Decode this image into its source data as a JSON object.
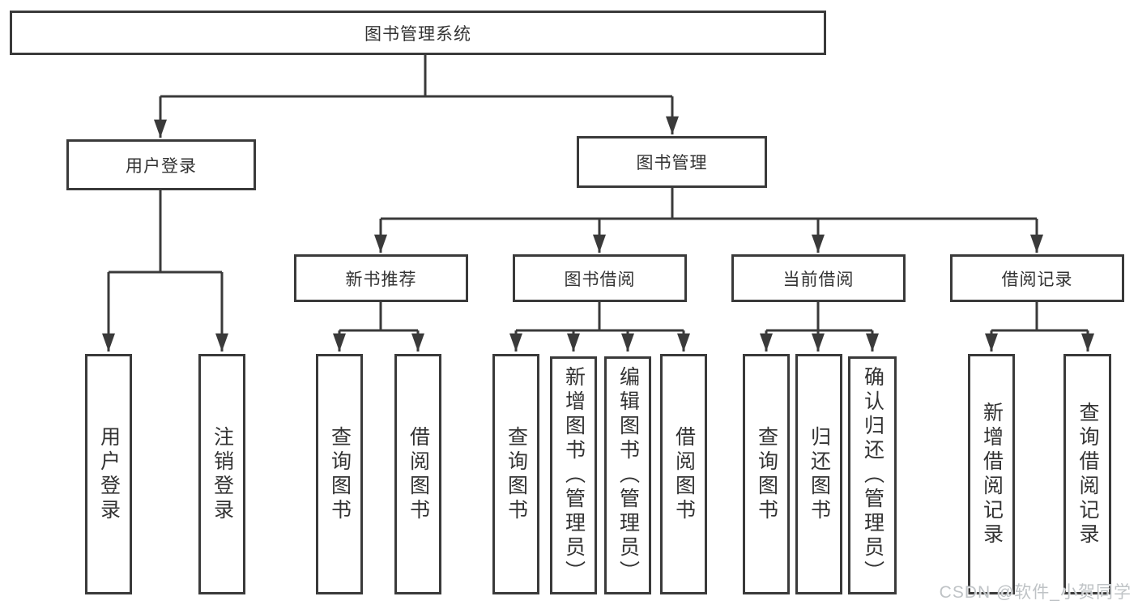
{
  "diagram": {
    "root": "图书管理系统",
    "branches": [
      {
        "label": "用户登录",
        "children": [
          "用户登录",
          "注销登录"
        ]
      },
      {
        "label": "图书管理",
        "children": [
          {
            "label": "新书推荐",
            "children": [
              "查询图书",
              "借阅图书"
            ]
          },
          {
            "label": "图书借阅",
            "children": [
              "查询图书",
              "新增图书（管理员）",
              "编辑图书（管理员）",
              "借阅图书"
            ]
          },
          {
            "label": "当前借阅",
            "children": [
              "查询图书",
              "归还图书",
              "确认归还（管理员）"
            ]
          },
          {
            "label": "借阅记录",
            "children": [
              "新增借阅记录",
              "查询借阅记录"
            ]
          }
        ]
      }
    ]
  },
  "watermark": {
    "text": "CSDN @软件_小贺同学"
  },
  "colors": {
    "line": "#3a3a3a",
    "text": "#333333",
    "background": "#ffffff",
    "watermark": "#bfc3c6"
  }
}
